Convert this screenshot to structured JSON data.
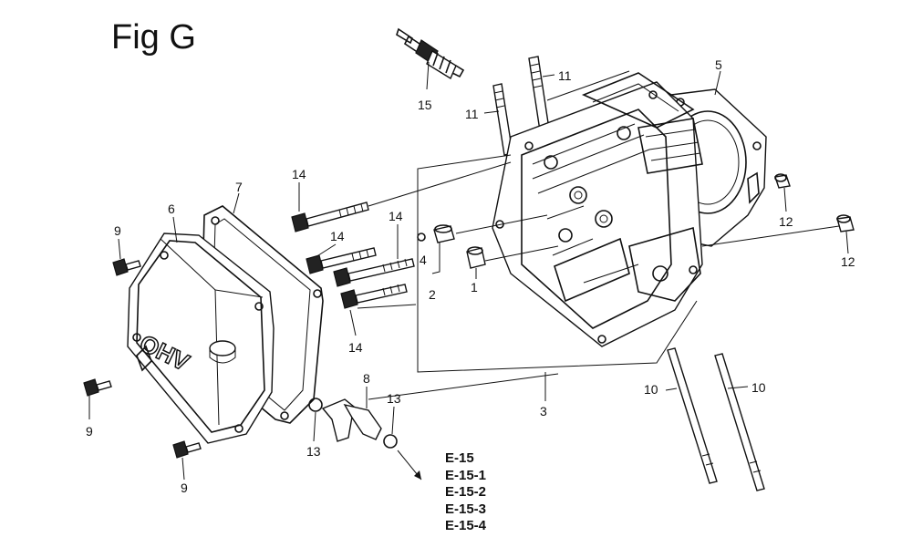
{
  "figure": {
    "title": "Fig G"
  },
  "callouts": [
    {
      "id": "c15",
      "text": "15"
    },
    {
      "id": "c11a",
      "text": "11"
    },
    {
      "id": "c11b",
      "text": "11"
    },
    {
      "id": "c5",
      "text": "5"
    },
    {
      "id": "c14a",
      "text": "14"
    },
    {
      "id": "c14b",
      "text": "14"
    },
    {
      "id": "c14c",
      "text": "14"
    },
    {
      "id": "c14d",
      "text": "14"
    },
    {
      "id": "c9a",
      "text": "9"
    },
    {
      "id": "c9b",
      "text": "9"
    },
    {
      "id": "c9c",
      "text": "9"
    },
    {
      "id": "c6",
      "text": "6"
    },
    {
      "id": "c7",
      "text": "7"
    },
    {
      "id": "c4",
      "text": "4"
    },
    {
      "id": "c2",
      "text": "2"
    },
    {
      "id": "c1",
      "text": "1"
    },
    {
      "id": "c12a",
      "text": "12"
    },
    {
      "id": "c12b",
      "text": "12"
    },
    {
      "id": "c8",
      "text": "8"
    },
    {
      "id": "c13a",
      "text": "13"
    },
    {
      "id": "c13b",
      "text": "13"
    },
    {
      "id": "c3",
      "text": "3"
    },
    {
      "id": "c10a",
      "text": "10"
    },
    {
      "id": "c10b",
      "text": "10"
    }
  ],
  "cover_label": "OHV",
  "references": [
    "E-15",
    "E-15-1",
    "E-15-2",
    "E-15-3",
    "E-15-4"
  ]
}
